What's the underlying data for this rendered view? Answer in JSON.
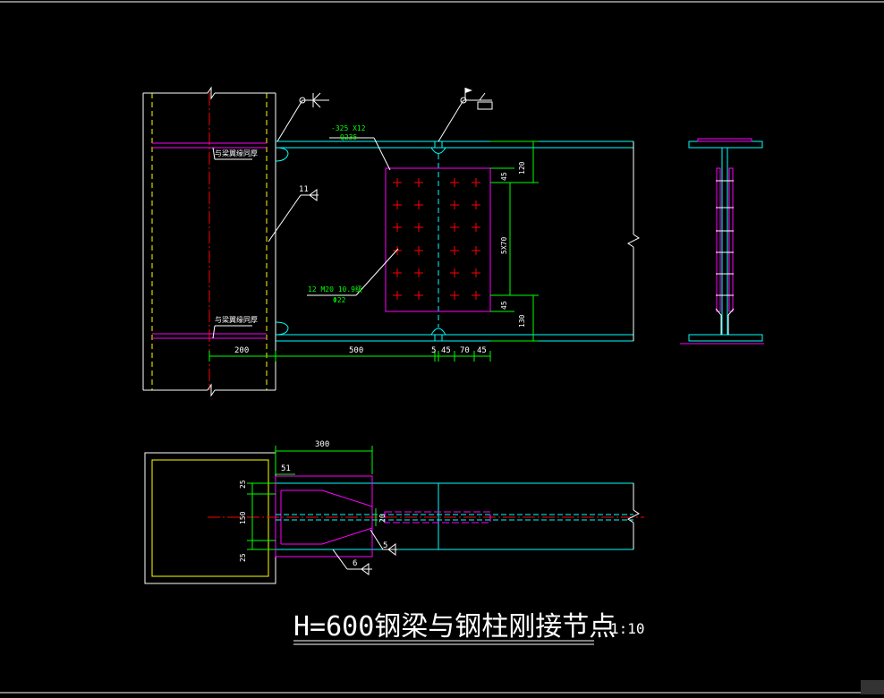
{
  "title": "H=600钢梁与钢柱刚接节点",
  "scale": "1:10",
  "labels": {
    "plate_spec": "-325 X12",
    "plate_spec_2": "Q235",
    "weld_size": "11",
    "bolt_spec": "12 M20 10.9级",
    "bolt_hole": "Φ22",
    "stiffener_top": "与梁翼缘同厚",
    "stiffener_bottom": "与梁翼缘同厚",
    "weld_6": "6",
    "weld_5": "5"
  },
  "dims": {
    "d200": "200",
    "d500": "500",
    "d5": "5",
    "d45a": "45",
    "d70": "70",
    "d45b": "45",
    "d120": "120",
    "d45c": "45",
    "d5x70": "5X70",
    "d45d": "45",
    "d130": "130",
    "d300": "300",
    "d51": "51",
    "d25a": "25",
    "d150": "150",
    "d25b": "25",
    "d20": "20"
  },
  "colors": {
    "background": "#000000",
    "white": "#ffffff",
    "cyan": "#00ffff",
    "magenta": "#ff00ff",
    "yellow": "#ffff00",
    "green": "#00ff00",
    "red": "#ff0000"
  }
}
